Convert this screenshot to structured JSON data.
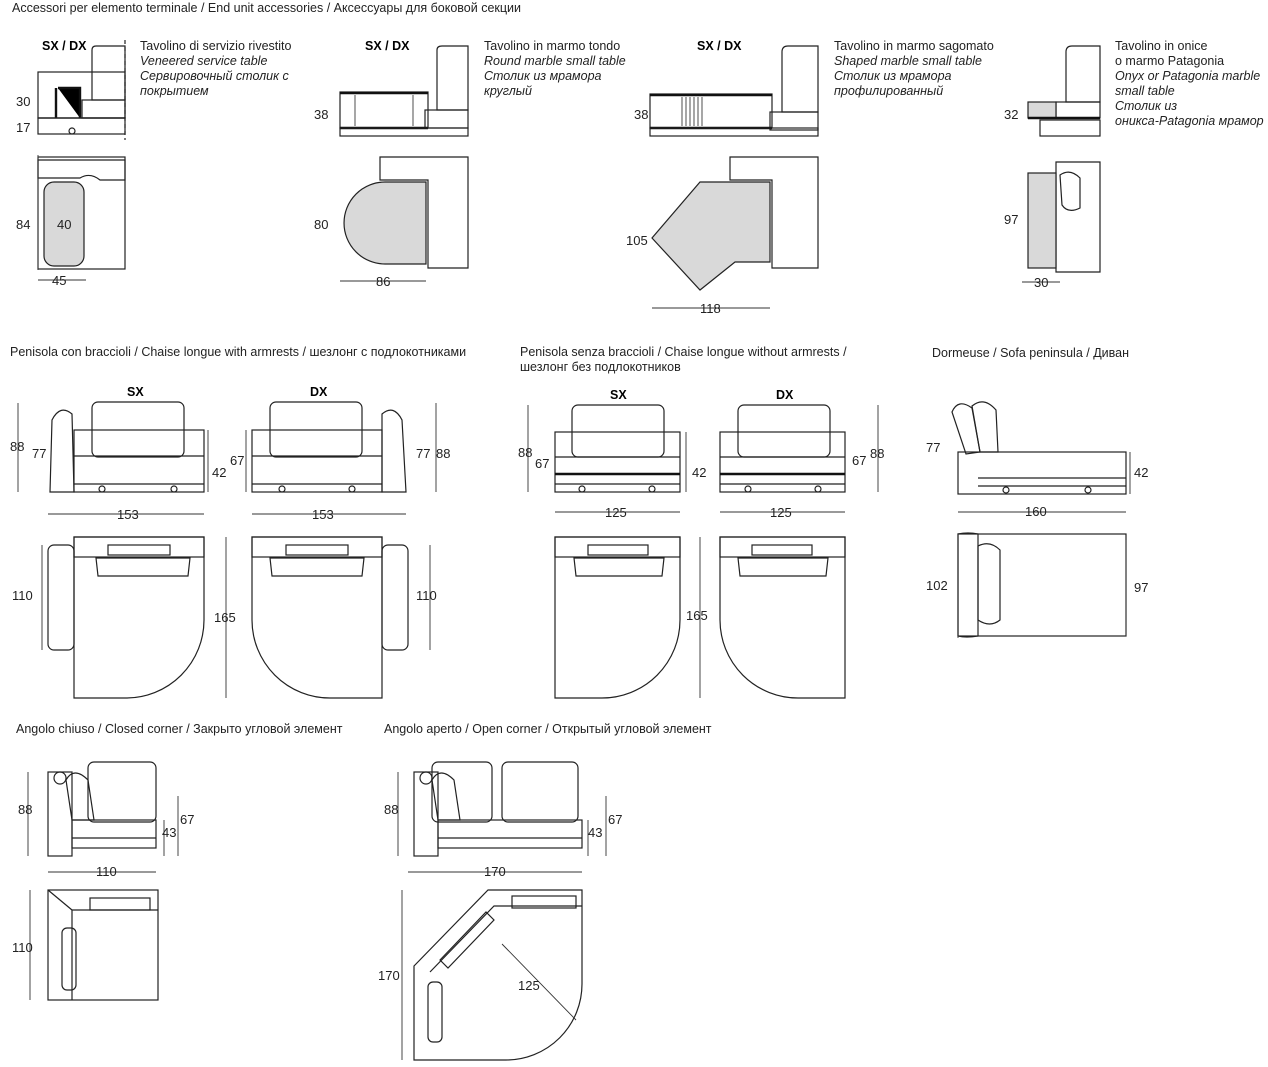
{
  "section1": {
    "heading": "Accessori per elemento terminale / End unit accessories / Аксессуары для боковой секции",
    "a1": {
      "side": "SX / DX",
      "it": "Tavolino di servizio rivestito",
      "en": "Veneered service table",
      "ru1": "Сервировочный столик с",
      "ru2": "покрытием",
      "d_h1": "30",
      "d_h2": "17",
      "d_depth": "84",
      "d_inner": "40",
      "d_w": "45"
    },
    "a2": {
      "side": "SX / DX",
      "it": "Tavolino in marmo tondo",
      "en": "Round marble small table",
      "ru1": "Столик из мрамора",
      "ru2": "круглый",
      "d_h": "38",
      "d_depth": "80",
      "d_w": "86"
    },
    "a3": {
      "side": "SX / DX",
      "it": "Tavolino in marmo sagomato",
      "en": "Shaped marble small table",
      "ru1": "Столик из мрамора",
      "ru2": "профилированный",
      "d_h": "38",
      "d_depth": "105",
      "d_w": "118"
    },
    "a4": {
      "it1": "Tavolino in onice",
      "it2": "o marmo Patagonia",
      "en1": "Onyx or Patagonia marble",
      "en2": "small table",
      "ru1": "Столик из",
      "ru2": "оникса-Patagonia мрамор",
      "d_h": "32",
      "d_depth": "97",
      "d_w": "30"
    }
  },
  "section2": {
    "p1_heading": "Penisola con braccioli / Chaise longue with armrests / шезлонг с подлокотниками",
    "p2_heading1": "Penisola senza braccioli / Chaise longue without armrests /",
    "p2_heading2": "шезлонг без подлокотников",
    "p3_heading": "Dormeuse / Sofa peninsula  / Диван",
    "sx": "SX",
    "dx": "DX",
    "d88": "88",
    "d77": "77",
    "d42": "42",
    "d67": "67",
    "d153": "153",
    "d110": "110",
    "d165": "165",
    "d125": "125",
    "d160": "160",
    "d102": "102",
    "d97": "97"
  },
  "section3": {
    "c1_heading": "Angolo chiuso / Closed corner / Закрыто угловой элемент",
    "c2_heading": "Angolo aperto / Open corner / Открытый угловой элемент",
    "d88": "88",
    "d67": "67",
    "d43": "43",
    "d110": "110",
    "d170": "170",
    "d125": "125"
  }
}
